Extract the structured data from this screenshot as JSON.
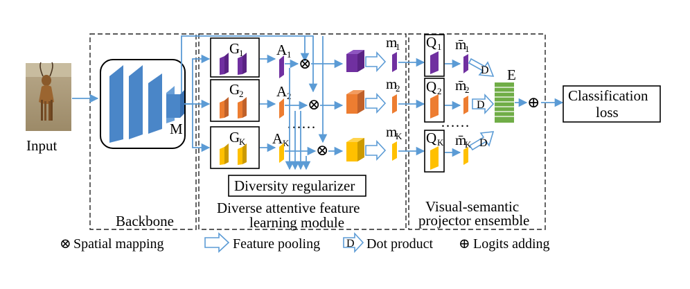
{
  "input": {
    "label": "Input"
  },
  "backbone": {
    "label": "Backbone",
    "feature_label": "M"
  },
  "module": {
    "title_line1": "Diverse attentive feature",
    "title_line2": "learning module",
    "branches": [
      {
        "g": "G",
        "g_sub": "1",
        "a": "A",
        "a_sub": "1",
        "m": "m",
        "m_sub": "1"
      },
      {
        "g": "G",
        "g_sub": "2",
        "a": "A",
        "a_sub": "2",
        "m": "m",
        "m_sub": "2"
      },
      {
        "g": "G",
        "g_sub": "K",
        "a": "A",
        "a_sub": "K",
        "m": "m",
        "m_sub": "K"
      }
    ],
    "regularizer": "Diversity regularizer",
    "ellipsis": "……"
  },
  "projector": {
    "title_line1": "Visual-semantic",
    "title_line2": "projector ensemble",
    "branches": [
      {
        "q": "Q",
        "q_sub": "1",
        "mbar": "m̄",
        "mbar_sub": "1"
      },
      {
        "q": "Q",
        "q_sub": "2",
        "mbar": "m̄",
        "mbar_sub": "2"
      },
      {
        "q": "Q",
        "q_sub": "K",
        "mbar": "m̄",
        "mbar_sub": "K"
      }
    ],
    "ensemble_label": "E",
    "ellipsis": "……"
  },
  "output": {
    "line1": "Classification",
    "line2": "loss"
  },
  "legend": [
    {
      "symbol": "⊗",
      "label": "Spatial mapping"
    },
    {
      "symbol": "",
      "label": "Feature pooling"
    },
    {
      "symbol": "",
      "label": "Dot product"
    },
    {
      "symbol": "⊕",
      "label": "Logits adding"
    }
  ],
  "colors": {
    "arrow": "#5b9bd5",
    "backbone": "#4a86c8",
    "branch1": "#7030a0",
    "branch2": "#ed7d31",
    "branch3": "#ffc000",
    "ensemble": "#70ad47"
  }
}
